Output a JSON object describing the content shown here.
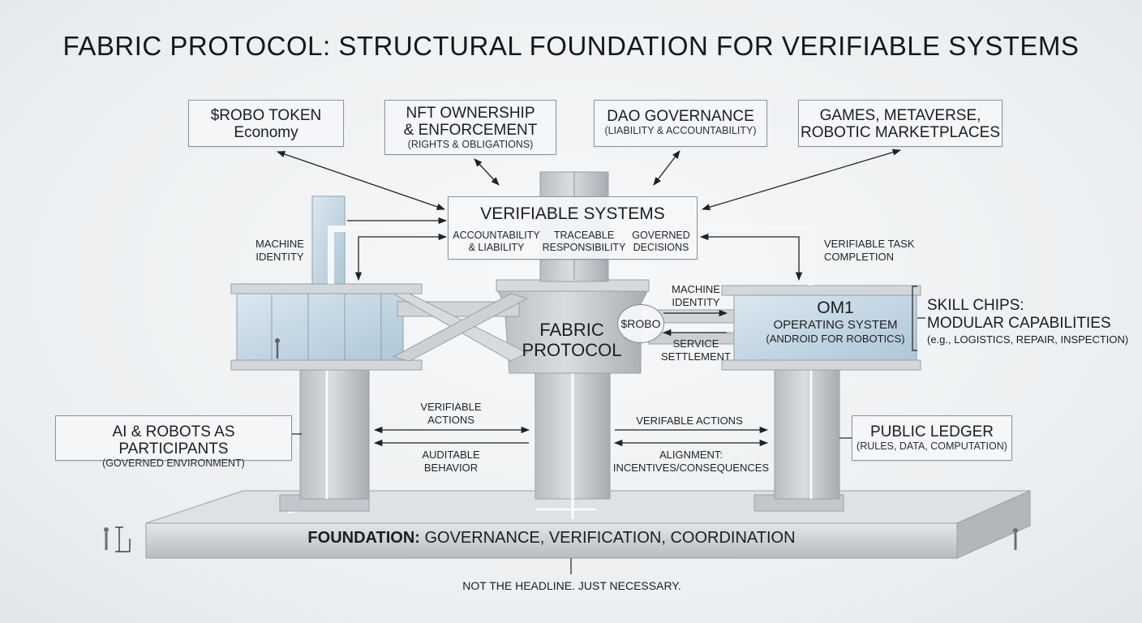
{
  "title": "FABRIC PROTOCOL: STRUCTURAL FOUNDATION FOR VERIFIABLE SYSTEMS",
  "top_boxes": {
    "robo_token": {
      "line1": "$ROBO TOKEN",
      "line2": "Economy"
    },
    "nft": {
      "line1": "NFT OWNERSHIP",
      "line2": "& ENFORCEMENT",
      "sub": "(RIGHTS & OBLIGATIONS)"
    },
    "dao": {
      "line1": "DAO GOVERNANCE",
      "sub": "(LIABILITY & ACCOUNTABILITY)"
    },
    "games": {
      "line1": "GAMES, METAVERSE,",
      "line2": "ROBOTIC MARKETPLACES"
    }
  },
  "verifiable_systems": {
    "title": "VERIFIABLE SYSTEMS",
    "columns": [
      {
        "line1": "ACCOUNTABILITY",
        "line2": "& LIABILITY"
      },
      {
        "line1": "TRACEABLE",
        "line2": "RESPONSIBILITY"
      },
      {
        "line1": "GOVERNED",
        "line2": "DECISIONS"
      }
    ]
  },
  "labels": {
    "machine_identity_left": {
      "line1": "MACHINE",
      "line2": "IDENTITY"
    },
    "verifiable_task": {
      "line1": "VERIFIABLE TASK",
      "line2": "COMPLETION"
    },
    "machine_identity_right": {
      "line1": "MACHINE",
      "line2": "IDENTITY"
    },
    "service_settlement": {
      "line1": "SERVICE",
      "line2": "SETTLEMENT"
    },
    "verifiable_actions_left": {
      "line1": "VERIFIABLE",
      "line2": "ACTIONS"
    },
    "auditable_behavior": {
      "line1": "AUDITABLE",
      "line2": "BEHAVIOR"
    },
    "verifable_actions_right": "VERIFABLE ACTIONS",
    "alignment": {
      "line1": "ALIGNMENT:",
      "line2": "INCENTIVES/CONSEQUENCES"
    }
  },
  "fabric_protocol": {
    "line1": "FABRIC",
    "line2": "PROTOCOL"
  },
  "robo_badge": "$ROBO",
  "om1": {
    "line1": "OM1",
    "line2": "OPERATING SYSTEM",
    "line3": "(ANDROID FOR ROBOTICS)"
  },
  "skill_chips": {
    "line1": "SKILL CHIPS:",
    "line2": "MODULAR CAPABILITIES",
    "line3": "(e.g., LOGISTICS, REPAIR, INSPECTION)"
  },
  "side_boxes": {
    "ai_robots": {
      "line1": "AI & ROBOTS AS PARTICIPANTS",
      "sub": "(GOVERNED ENVIRONMENT)"
    },
    "public_ledger": {
      "line1": "PUBLIC LEDGER",
      "sub": "(RULES, DATA, COMPUTATION)"
    }
  },
  "foundation": {
    "bold": "FOUNDATION:",
    "rest": " GOVERNANCE, VERIFICATION, COORDINATION"
  },
  "caption": "NOT THE HEADLINE. JUST NECESSARY.",
  "colors": {
    "concrete": "#c9cdd1",
    "concrete_dark": "#a9aeb3",
    "glass": "#b7cfe0",
    "line": "#1e2225",
    "light_strip": "#ffffff"
  }
}
